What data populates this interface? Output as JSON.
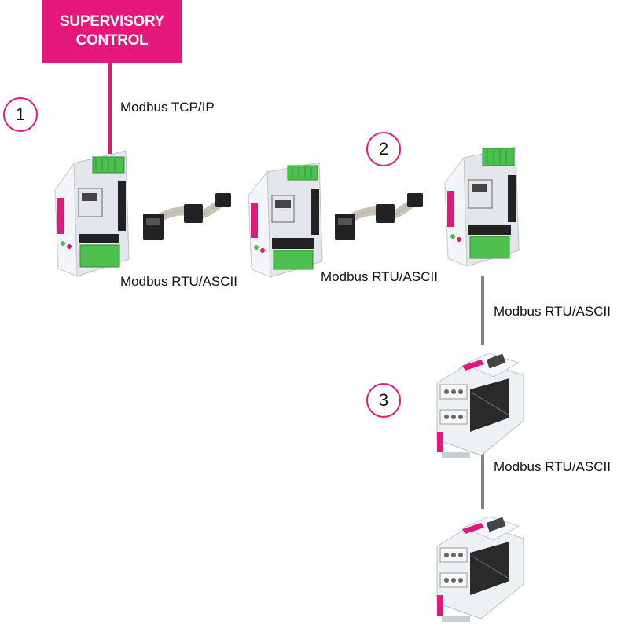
{
  "supervisory": {
    "line1": "SUPERVISORY",
    "line2": "CONTROL"
  },
  "steps": [
    {
      "number": "1"
    },
    {
      "number": "2"
    },
    {
      "number": "3"
    }
  ],
  "links": {
    "tcp": "Modbus TCP/IP",
    "rtu_1": "Modbus RTU/ASCII",
    "rtu_2": "Modbus RTU/ASCII",
    "rtu_3": "Modbus RTU/ASCII",
    "rtu_4": "Modbus RTU/ASCII"
  },
  "colors": {
    "accent": "#e6177a",
    "connector": "#808080",
    "terminal": "#4cbf4f",
    "housing": "#e9edf1"
  }
}
